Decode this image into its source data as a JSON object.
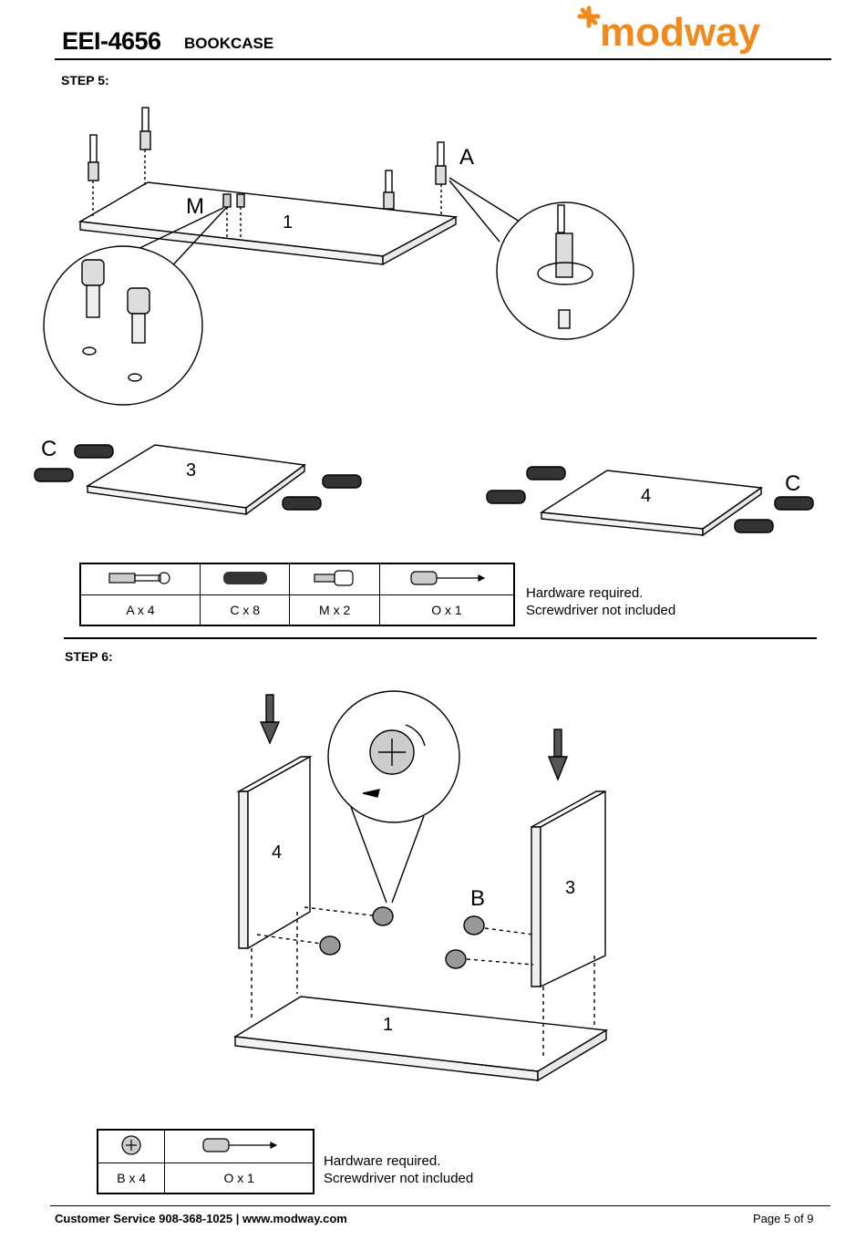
{
  "header": {
    "model": "EEI-4656",
    "product": "BOOKCASE",
    "brand": "modway",
    "brand_color": "#f08a1c"
  },
  "step5": {
    "title": "STEP 5:",
    "callouts": [
      "A",
      "M",
      "C",
      "C"
    ],
    "panels": [
      "1",
      "3",
      "4"
    ],
    "hardware": [
      {
        "icon": "cam-bolt-icon",
        "label": "A x 4"
      },
      {
        "icon": "wood-dowel-icon",
        "label": "C x 8"
      },
      {
        "icon": "cam-screw-icon",
        "label": "M x 2"
      },
      {
        "icon": "screwdriver-icon",
        "label": "O x 1"
      }
    ],
    "note_line1": "Hardware required.",
    "note_line2": "Screwdriver not included"
  },
  "step6": {
    "title": "STEP 6:",
    "callouts": [
      "B"
    ],
    "panels": [
      "4",
      "3",
      "1"
    ],
    "hardware": [
      {
        "icon": "cam-lock-icon",
        "label": "B x 4"
      },
      {
        "icon": "screwdriver-icon",
        "label": "O x 1"
      }
    ],
    "note_line1": "Hardware required.",
    "note_line2": "Screwdriver not included"
  },
  "footer": {
    "contact": "Customer Service 908-368-1025 | www.modway.com",
    "page": "Page 5 of 9"
  }
}
